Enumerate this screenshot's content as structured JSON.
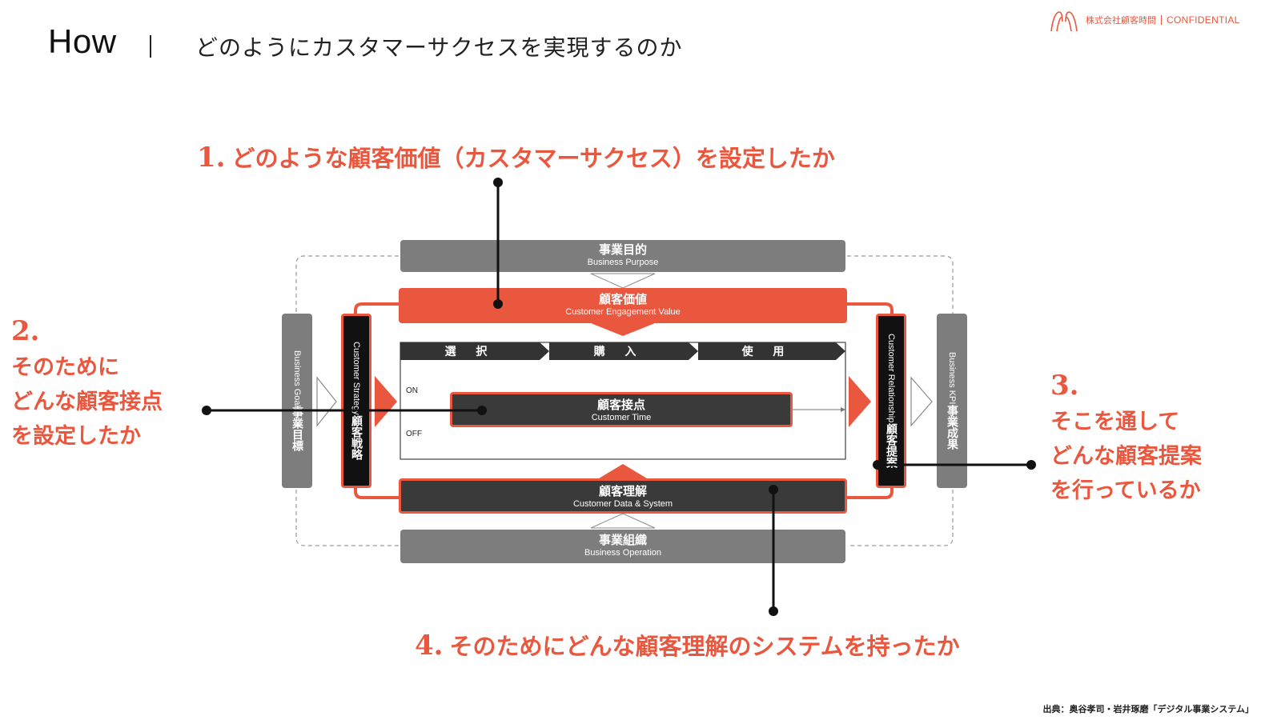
{
  "header": {
    "title_left": "How",
    "title_main": "どのようにカスタマーサクセスを実現するのか",
    "logo_company": "株式会社顧客時間",
    "logo_confidential": "CONFIDENTIAL"
  },
  "annotations": {
    "a1": {
      "num": "1.",
      "text": "どのような顧客価値（カスタマーサクセス）を設定したか"
    },
    "a2": {
      "num": "2.",
      "lines": [
        "そのために",
        "どんな顧客接点",
        "を設定したか"
      ]
    },
    "a3": {
      "num": "3.",
      "lines": [
        "そこを通して",
        "どんな顧客提案",
        "を行っているか"
      ]
    },
    "a4": {
      "num": "4.",
      "text": "そのためにどんな顧客理解のシステムを持ったか"
    }
  },
  "diagram": {
    "purpose": {
      "jp": "事業目的",
      "en": "Business Purpose"
    },
    "value": {
      "jp": "顧客価値",
      "en": "Customer Engagement Value"
    },
    "stages": [
      "選 択",
      "購 入",
      "使 用"
    ],
    "on_label": "ON",
    "off_label": "OFF",
    "touchpoint": {
      "jp": "顧客接点",
      "en": "Customer Time"
    },
    "understanding": {
      "jp": "顧客理解",
      "en": "Customer Data & System"
    },
    "operation": {
      "jp": "事業組織",
      "en": "Business Operation"
    },
    "goal": {
      "jp": "事業目標",
      "en": "Business Goal"
    },
    "strategy": {
      "jp": "顧客戦略",
      "en": "Customer Strategy"
    },
    "relationship": {
      "jp": "顧客提案",
      "en": "Customer Relationship"
    },
    "kpi": {
      "jp": "事業成果",
      "en": "Business KPI"
    }
  },
  "colors": {
    "accent": "#e9573f",
    "gray": "#7d7d7d",
    "dark": "#3a3a3a",
    "black": "#111111"
  },
  "footer": {
    "credit": "出典：奥谷孝司・岩井琢磨「デジタル事業システム」"
  }
}
